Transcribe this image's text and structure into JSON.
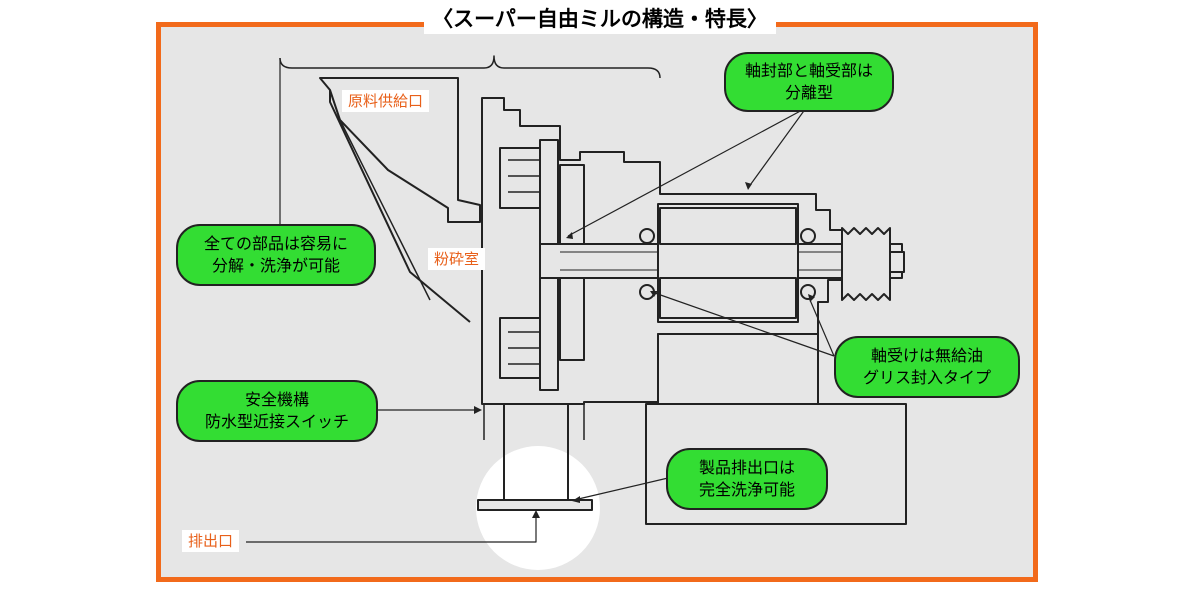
{
  "title": "〈スーパー自由ミルの構造・特長〉",
  "callouts": {
    "seal_bearing": [
      "軸封部と軸受部は",
      "分離型"
    ],
    "disassembly": [
      "全ての部品は容易に",
      "分解・洗浄が可能"
    ],
    "safety": [
      "安全機構",
      "防水型近接スイッチ"
    ],
    "bearing": [
      "軸受けは無給油",
      "グリス封入タイプ"
    ],
    "product_outlet": [
      "製品排出口は",
      "完全洗浄可能"
    ]
  },
  "labels": {
    "feed_inlet": "原料供給口",
    "grinding_chamber": "粉砕室",
    "discharge": "排出口"
  },
  "colors": {
    "frame_border": "#f26a1b",
    "background": "#e6e6e6",
    "callout_fill": "#33dd33",
    "label_text": "#e8601a",
    "line": "#222222"
  }
}
